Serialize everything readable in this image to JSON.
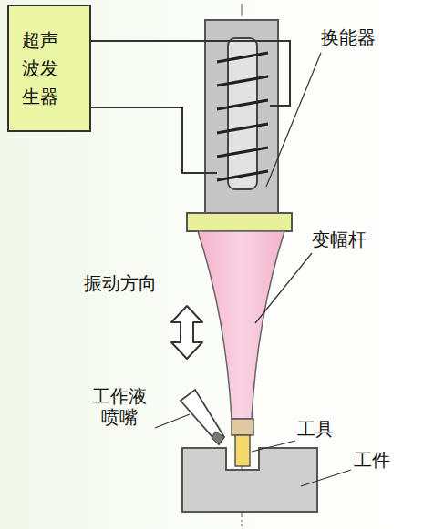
{
  "diagram": {
    "nodes": [
      {
        "text": [
          "超声波发生器"
        ]
      }
    ],
    "labels": [
      "换能器",
      "变幅杆",
      "振动方向",
      "工作液喷嘴",
      "工具",
      "工件"
    ]
  }
}
